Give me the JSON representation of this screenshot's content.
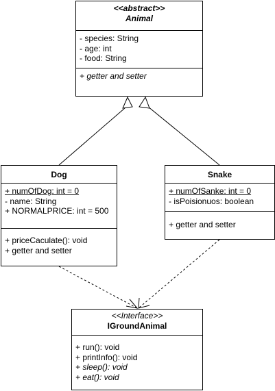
{
  "animal": {
    "stereotype": "<<abstract>>",
    "name": "Animal",
    "attributes": [
      "- species: String",
      "- age: int",
      "- food: String"
    ],
    "operations": [
      "+ getter and setter"
    ]
  },
  "dog": {
    "name": "Dog",
    "attributes": [
      "+ numOfDog: int = 0",
      "- name: String",
      "+ NORMALPRICE: int = 500"
    ],
    "operations": [
      "+ priceCaculate(): void",
      "+ getter and setter"
    ]
  },
  "snake": {
    "name": "Snake",
    "attributes": [
      "+ numOfSanke: int = 0",
      "- isPoisionuos: boolean"
    ],
    "operations": [
      "+ getter and setter"
    ]
  },
  "iground": {
    "stereotype": "<<Interface>>",
    "name": "IGroundAnimal",
    "operations": [
      "+ run(): void",
      "+ printInfo(): void",
      "+ sleep(): void",
      "+ eat(): void"
    ]
  }
}
